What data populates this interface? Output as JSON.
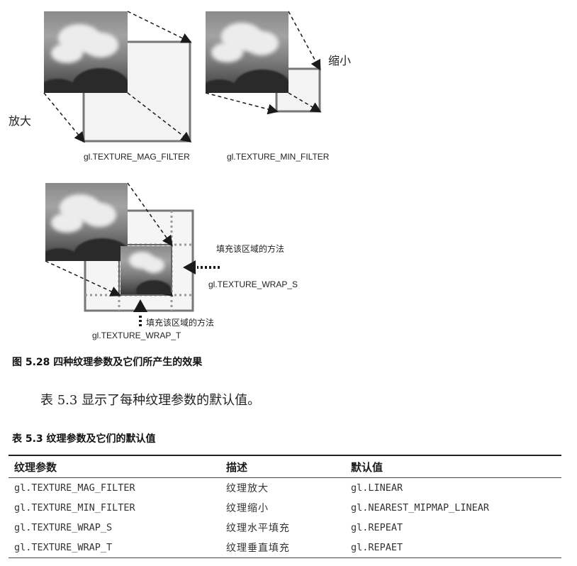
{
  "figure": {
    "magnify_label": "放大",
    "minify_label": "缩小",
    "mag_filter_label": "gl.TEXTURE_MAG_FILTER",
    "min_filter_label": "gl.TEXTURE_MIN_FILTER",
    "fill_region_label_s": "填充该区域的方法",
    "wrap_s_label": "gl.TEXTURE_WRAP_S",
    "fill_region_label_t": "填充该区域的方法",
    "wrap_t_label": "gl.TEXTURE_WRAP_T",
    "caption": "图 5.28  四种纹理参数及它们所产生的效果"
  },
  "paragraph": "表 5.3 显示了每种纹理参数的默认值。",
  "table": {
    "caption": "表 5.3  纹理参数及它们的默认值",
    "headers": [
      "纹理参数",
      "描述",
      "默认值"
    ],
    "rows": [
      [
        "gl.TEXTURE_MAG_FILTER",
        "纹理放大",
        "gl.LINEAR"
      ],
      [
        "gl.TEXTURE_MIN_FILTER",
        "纹理缩小",
        "gl.NEAREST_MIPMAP_LINEAR"
      ],
      [
        "gl.TEXTURE_WRAP_S",
        "纹理水平填充",
        "gl.REPEAT"
      ],
      [
        "gl.TEXTURE_WRAP_T",
        "纹理垂直填充",
        "gl.REPAET"
      ]
    ]
  }
}
